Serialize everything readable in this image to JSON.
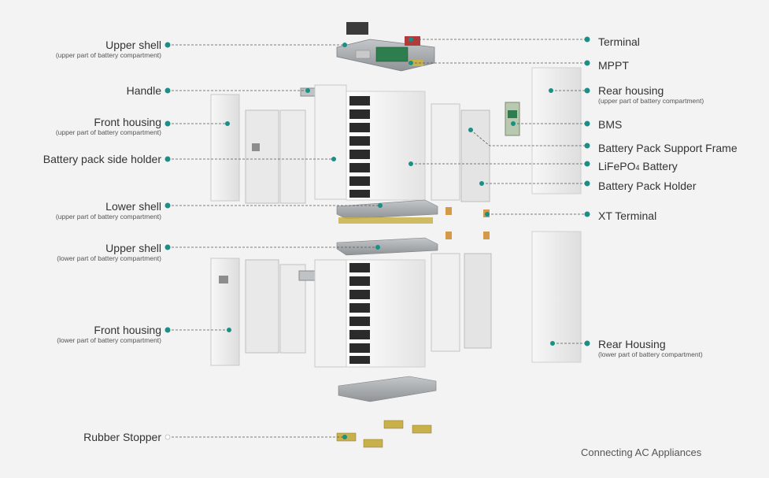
{
  "labels_left": [
    {
      "id": "upper-shell-upper",
      "main": "Upper shell",
      "sub": "(upper part of battery compartment)"
    },
    {
      "id": "handle",
      "main": "Handle",
      "sub": ""
    },
    {
      "id": "front-housing-upper",
      "main": "Front housing",
      "sub": "(upper part of battery compartment)"
    },
    {
      "id": "battery-pack-side-holder",
      "main": "Battery pack side holder",
      "sub": ""
    },
    {
      "id": "lower-shell-upper",
      "main": "Lower shell",
      "sub": "(upper part of battery compartment)"
    },
    {
      "id": "upper-shell-lower",
      "main": "Upper shell",
      "sub": "(lower part of battery compartment)"
    },
    {
      "id": "front-housing-lower",
      "main": "Front housing",
      "sub": "(lower part of battery compartment)"
    },
    {
      "id": "rubber-stopper",
      "main": "Rubber Stopper",
      "sub": ""
    }
  ],
  "labels_right": [
    {
      "id": "terminal",
      "main": "Terminal",
      "sub": ""
    },
    {
      "id": "mppt",
      "main": "MPPT",
      "sub": ""
    },
    {
      "id": "rear-housing-upper",
      "main": "Rear housing",
      "sub": "(upper part of battery compartment)"
    },
    {
      "id": "bms",
      "main": "BMS",
      "sub": ""
    },
    {
      "id": "battery-pack-support-frame",
      "main": "Battery Pack Support Frame",
      "sub": ""
    },
    {
      "id": "lifepo4-battery",
      "main": "LiFePO",
      "main_subscript": "4",
      "main_suffix": " Battery",
      "sub": ""
    },
    {
      "id": "battery-pack-holder",
      "main": "Battery Pack Holder",
      "sub": ""
    },
    {
      "id": "xt-terminal",
      "main": "XT Terminal",
      "sub": ""
    },
    {
      "id": "rear-housing-lower",
      "main": "Rear Housing",
      "sub": "(lower part of battery compartment)"
    }
  ],
  "caption": "Connecting AC Appliances",
  "colors": {
    "dot": "#1a8f86",
    "leader": "#555555",
    "cell_black": "#2b2b2b",
    "panel": "#e8e8e8",
    "panel_edge": "#bdbdbd",
    "shell": "#a9adb0",
    "stopper": "#c8b04a",
    "pcb": "#2e7d4f",
    "terminal_red": "#b33a3a"
  }
}
